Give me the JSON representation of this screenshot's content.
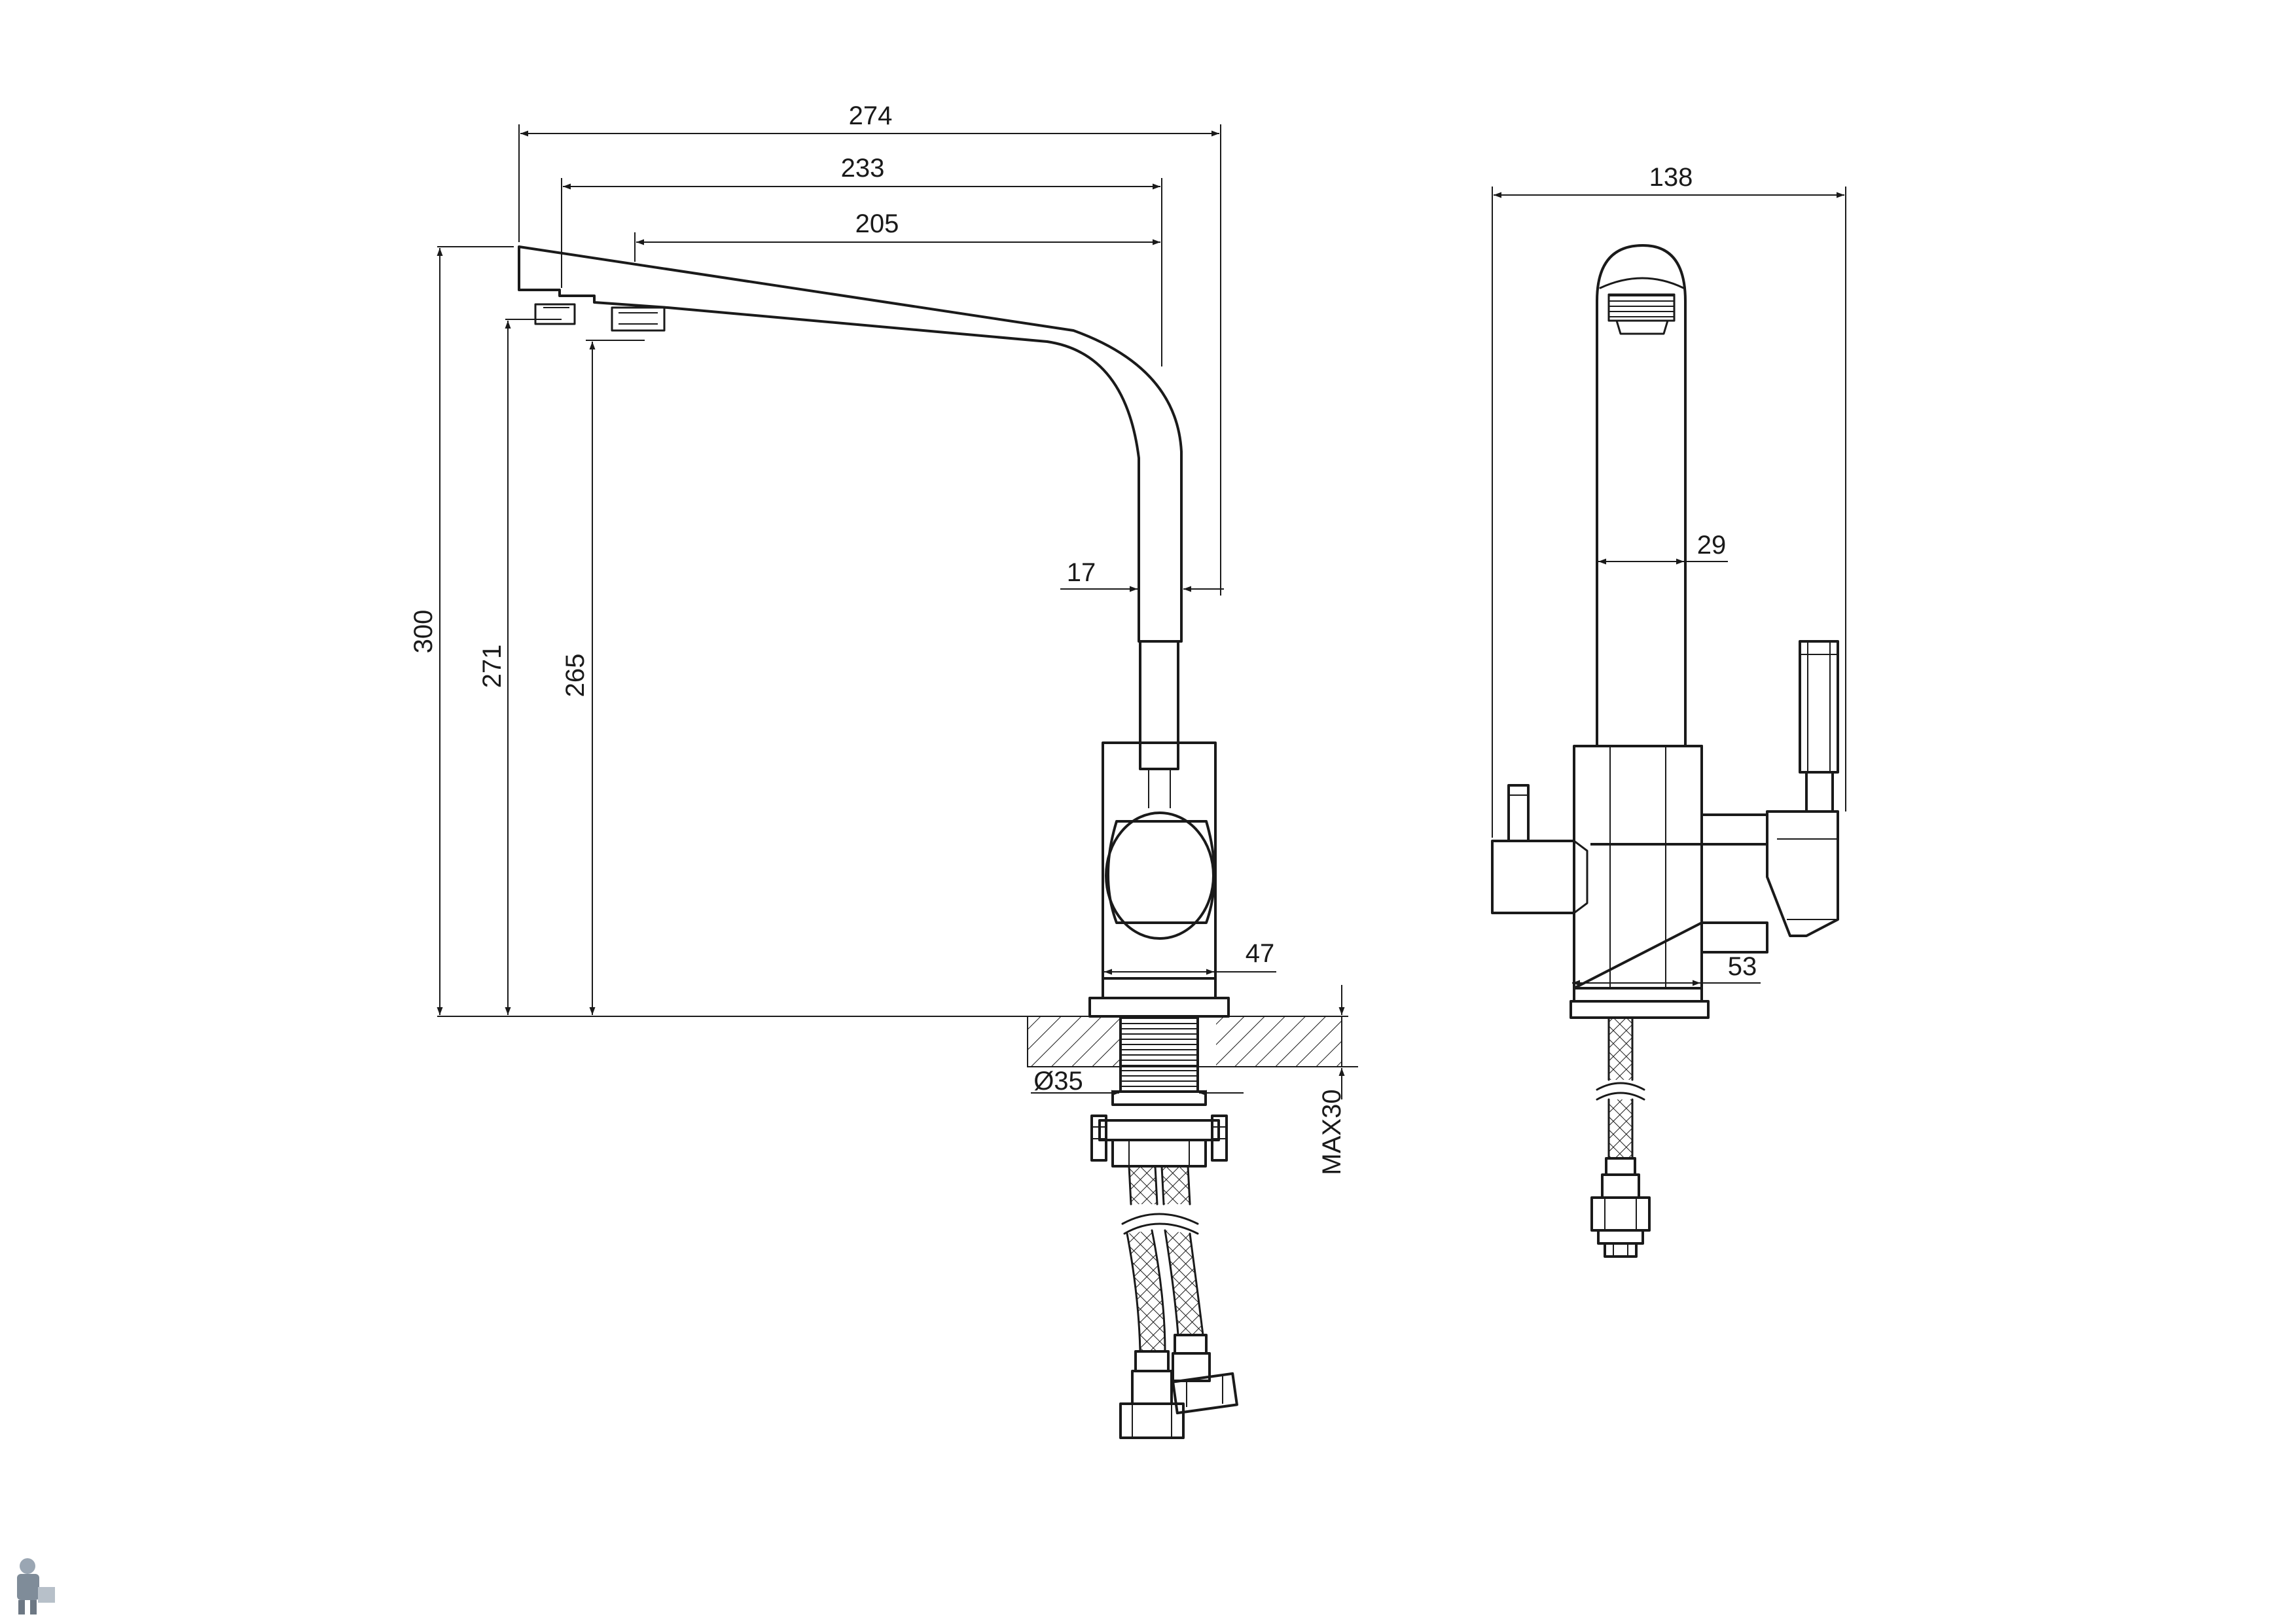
{
  "side_view": {
    "width_274": "274",
    "width_233": "233",
    "width_205": "205",
    "height_300": "300",
    "height_271": "271",
    "height_265": "265",
    "spout_17": "17",
    "base_47": "47",
    "hole_dia": "Ø35",
    "max_thickness": "MAX30"
  },
  "front_view": {
    "width_138": "138",
    "spout_29": "29",
    "base_53": "53"
  }
}
